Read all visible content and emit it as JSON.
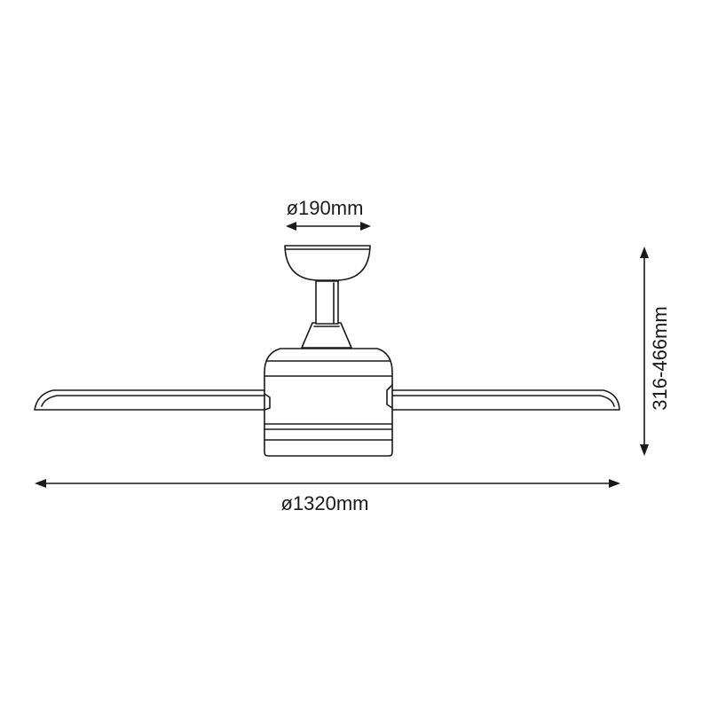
{
  "diagram": {
    "subject": "ceiling-fan",
    "colors": {
      "line": "#1a1a1a",
      "background": "#ffffff"
    },
    "dimensions": {
      "canopy_diameter": "ø190mm",
      "height_range": "316-466mm",
      "blade_span": "ø1320mm"
    }
  }
}
